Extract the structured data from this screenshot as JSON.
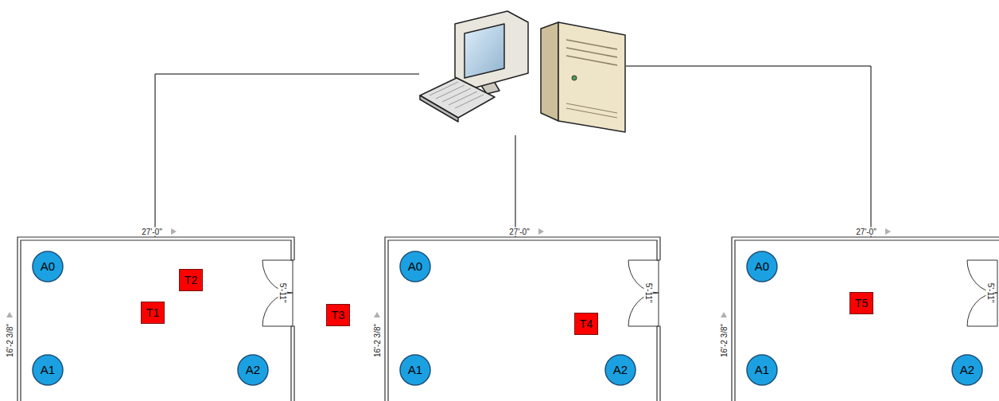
{
  "diagram": {
    "nodes": [
      {
        "text": [
          "A0"
        ]
      },
      {
        "text": [
          "A1"
        ]
      },
      {
        "text": [
          "A2"
        ]
      },
      {
        "text": [
          "T1"
        ]
      },
      {
        "text": [
          "T2"
        ]
      },
      {
        "text": [
          "T3"
        ]
      },
      {
        "text": [
          "A0"
        ]
      },
      {
        "text": [
          "A1"
        ]
      },
      {
        "text": [
          "A2"
        ]
      },
      {
        "text": [
          "T4"
        ]
      },
      {
        "text": [
          "A0"
        ]
      },
      {
        "text": [
          "A1"
        ]
      },
      {
        "text": [
          "A2"
        ]
      },
      {
        "text": [
          "T5"
        ]
      }
    ],
    "labels": [
      "27'-0\"",
      "16'-2 3/8\"",
      "5'-11\"",
      "27'-0\"",
      "16'-2 3/8\"",
      "5'-11\"",
      "27'-0\"",
      "16'-2 3/8\"",
      "5'-11\""
    ]
  }
}
